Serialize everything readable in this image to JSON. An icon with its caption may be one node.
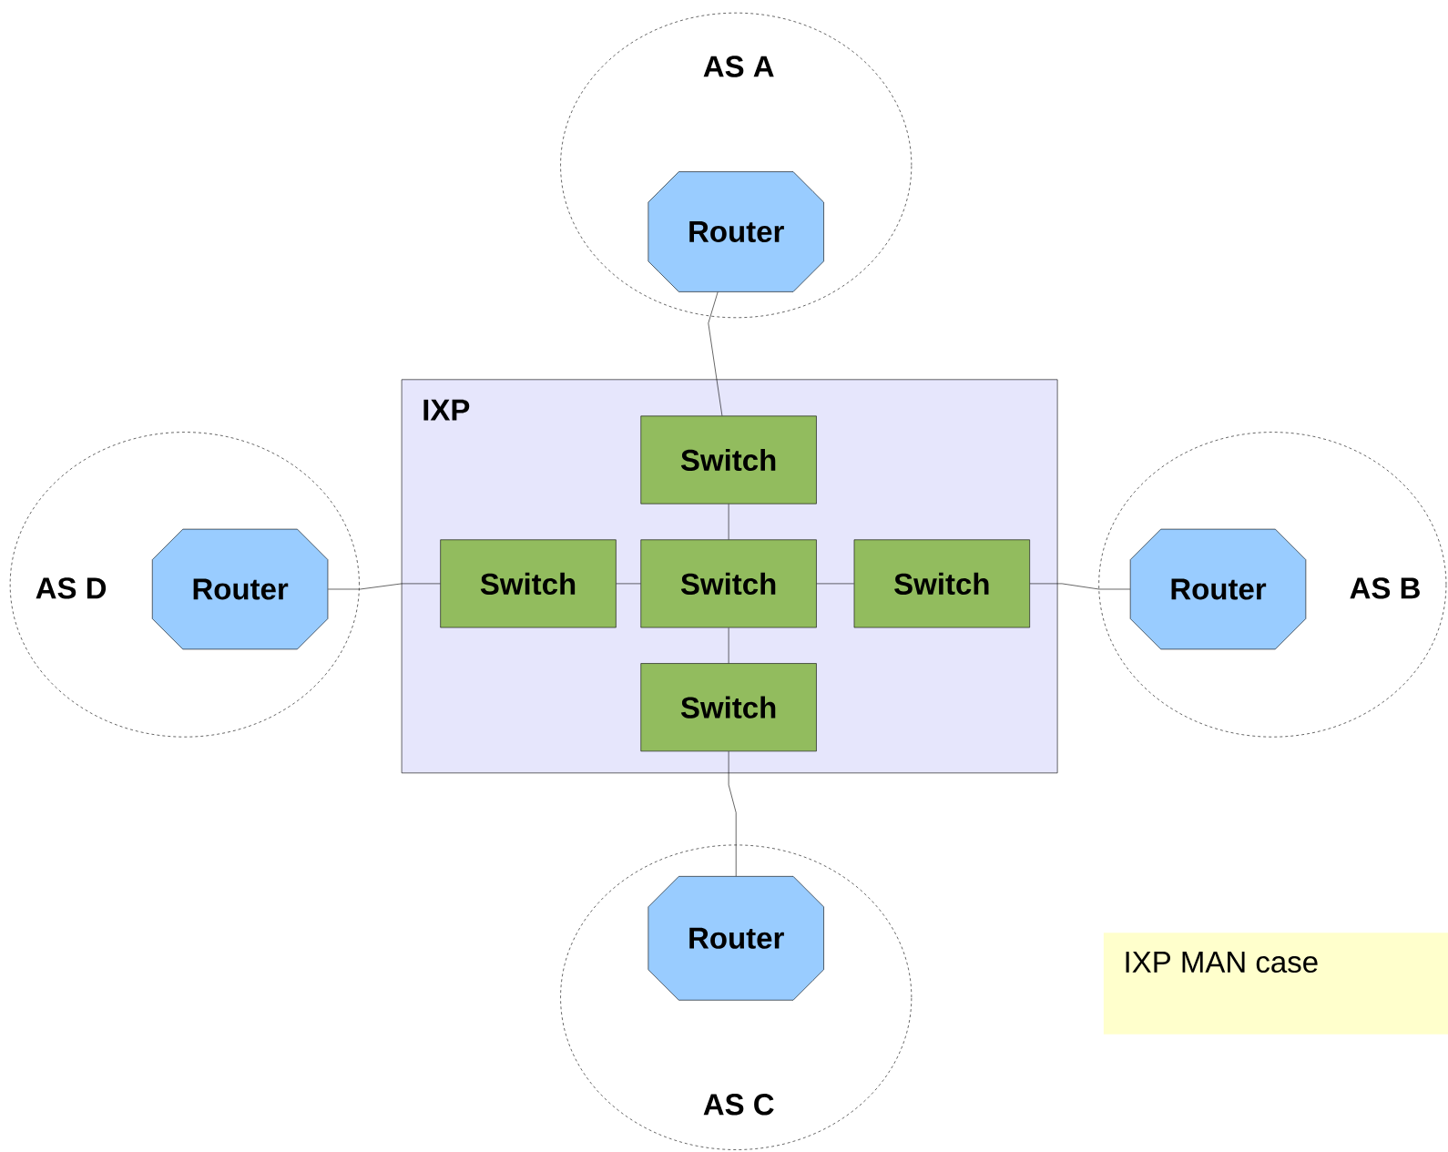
{
  "diagram": {
    "nodes": [
      {
        "text": [
          "AS A"
        ]
      },
      {
        "text": [
          "Router"
        ],
        "in": 0
      },
      {
        "text": [
          "AS B"
        ]
      },
      {
        "text": [
          "Router"
        ],
        "in": 2
      },
      {
        "text": [
          "AS C"
        ]
      },
      {
        "text": [
          "Router"
        ],
        "in": 4
      },
      {
        "text": [
          "AS D"
        ]
      },
      {
        "text": [
          "Router"
        ],
        "in": 6
      },
      {
        "text": [
          "IXP"
        ]
      },
      {
        "text": [
          "Switch"
        ],
        "in": 8
      },
      {
        "text": [
          "Switch"
        ],
        "in": 8
      },
      {
        "text": [
          "Switch"
        ],
        "in": 8
      },
      {
        "text": [
          "Switch"
        ],
        "in": 8
      },
      {
        "text": [
          "Switch"
        ],
        "in": 8
      },
      {
        "text": [
          "IXP MAN case"
        ]
      }
    ],
    "edges": [
      {
        "from": 1,
        "to": 9,
        "arrow": "none"
      },
      {
        "from": 9,
        "to": 11,
        "arrow": "none"
      },
      {
        "from": 10,
        "to": 11,
        "arrow": "none"
      },
      {
        "from": 11,
        "to": 12,
        "arrow": "none"
      },
      {
        "from": 11,
        "to": 13,
        "arrow": "none"
      },
      {
        "from": 7,
        "to": 10,
        "arrow": "none"
      },
      {
        "from": 12,
        "to": 3,
        "arrow": "none"
      },
      {
        "from": 13,
        "to": 5,
        "arrow": "none"
      }
    ]
  }
}
